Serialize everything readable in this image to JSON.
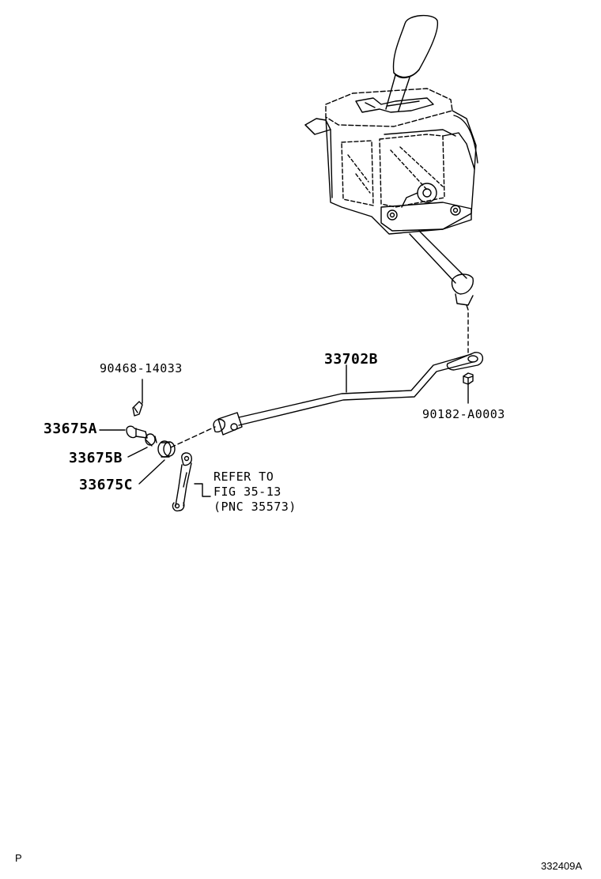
{
  "parts": {
    "p33702b": "33702B",
    "p90468": "90468-14033",
    "p90182": "90182-A0003",
    "p33675a": "33675A",
    "p33675b": "33675B",
    "p33675c": "33675C"
  },
  "refer_note": {
    "line1": "REFER TO",
    "line2": "FIG 35-13",
    "line3": "(PNC 35573)"
  },
  "corner": {
    "left": "P",
    "right": "332409A"
  }
}
